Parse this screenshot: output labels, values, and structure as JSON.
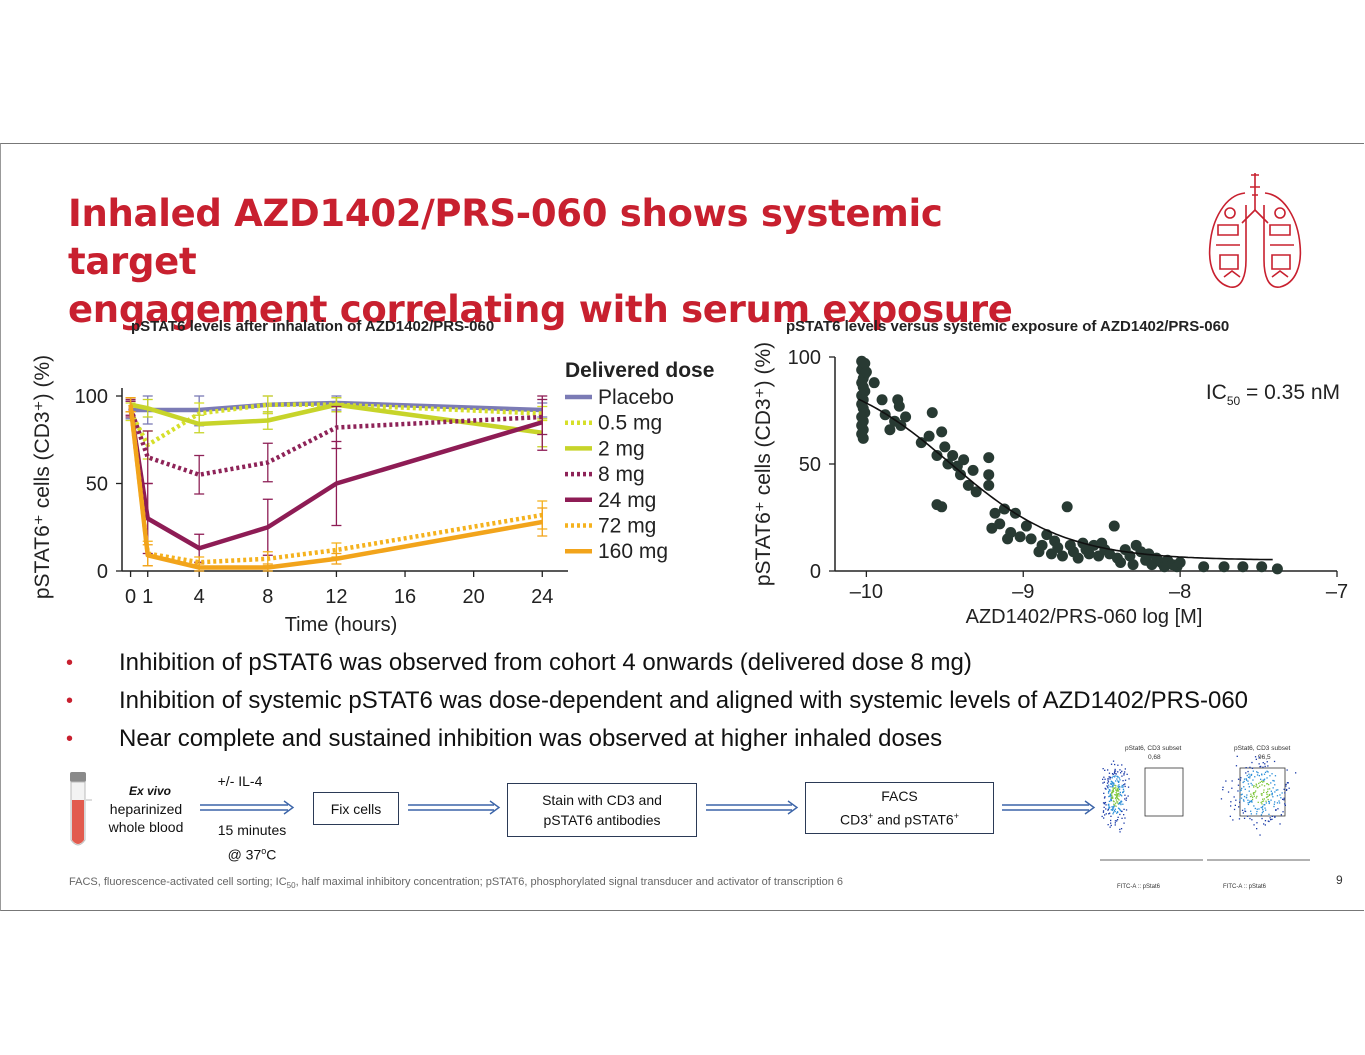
{
  "title": {
    "line1": "Inhaled AZD1402/PRS-060 shows systemic target",
    "line2": "engagement correlating with serum exposure"
  },
  "colors": {
    "title": "#c8202f",
    "placebo": "#7b7bb5",
    "dose_0_5": "#d6df2a",
    "dose_2": "#c7d42a",
    "dose_8": "#8e2358",
    "dose_24": "#8e1c55",
    "dose_72": "#f5b21e",
    "dose_160": "#f2a41b",
    "scatter": "#283a33",
    "arrow": "#3b64a8"
  },
  "icons": {
    "lung": "lung-illustration-icon",
    "tube": "blood-tube-icon"
  },
  "chart_data": [
    {
      "type": "line",
      "title": "pSTAT6 levels after inhalation of AZD1402/PRS-060",
      "xlabel": "Time (hours)",
      "ylabel": "pSTAT6⁺ cells (CD3⁺) (%)",
      "xlim": [
        -0.5,
        25.5
      ],
      "ylim": [
        0,
        100
      ],
      "x_ticks": [
        0,
        1,
        4,
        8,
        12,
        16,
        20,
        24
      ],
      "x_tick_labels": [
        "0",
        "1",
        "4",
        "8",
        "12",
        "16",
        "20",
        "24"
      ],
      "y_ticks": [
        0,
        50,
        100
      ],
      "y_tick_labels": [
        "0",
        "50",
        "100"
      ],
      "legend_title": "Delivered dose",
      "legend_position": "right",
      "series": [
        {
          "name": "Placebo",
          "x": [
            0,
            1,
            4,
            8,
            12,
            24
          ],
          "values": [
            92,
            92,
            92,
            95,
            96,
            92
          ],
          "err": [
            5,
            8,
            9,
            5,
            4,
            4
          ],
          "style": "solid",
          "colorKey": "placebo"
        },
        {
          "name": "0.5 mg",
          "x": [
            0,
            1,
            4,
            8,
            12,
            24
          ],
          "values": [
            91,
            72,
            90,
            95,
            95,
            90
          ],
          "err": [
            5,
            8,
            6,
            5,
            4,
            4
          ],
          "style": "dotted",
          "colorKey": "dose_0_5"
        },
        {
          "name": "2 mg",
          "x": [
            0,
            1,
            4,
            8,
            12,
            24
          ],
          "values": [
            95,
            93,
            84,
            86,
            95,
            79
          ],
          "err": [
            4,
            5,
            5,
            5,
            4,
            8
          ],
          "style": "solid",
          "colorKey": "dose_2"
        },
        {
          "name": "8 mg",
          "x": [
            0,
            1,
            4,
            8,
            12,
            24
          ],
          "values": [
            93,
            65,
            55,
            62,
            82,
            88
          ],
          "err": [
            5,
            15,
            11,
            11,
            12,
            10
          ],
          "style": "dotted",
          "colorKey": "dose_8"
        },
        {
          "name": "24 mg",
          "x": [
            0,
            1,
            4,
            8,
            12,
            24
          ],
          "values": [
            93,
            30,
            13,
            25,
            50,
            85
          ],
          "err": [
            4,
            20,
            8,
            16,
            24,
            16
          ],
          "style": "solid",
          "colorKey": "dose_24"
        },
        {
          "name": "72 mg",
          "x": [
            0,
            1,
            4,
            8,
            12,
            24
          ],
          "values": [
            95,
            10,
            5,
            7,
            12,
            32
          ],
          "err": [
            4,
            7,
            3,
            4,
            4,
            8
          ],
          "style": "dotted",
          "colorKey": "dose_72"
        },
        {
          "name": "160 mg",
          "x": [
            0,
            1,
            4,
            8,
            12,
            24
          ],
          "values": [
            95,
            9,
            2,
            2,
            7,
            28
          ],
          "err": [
            4,
            6,
            2,
            2,
            3,
            8
          ],
          "style": "solid",
          "colorKey": "dose_160"
        }
      ]
    },
    {
      "type": "scatter",
      "title": "pSTAT6 levels versus systemic exposure of AZD1402/PRS-060",
      "xlabel": "AZD1402/PRS-060 log [M]",
      "ylabel": "pSTAT6⁺ cells (CD3⁺) (%)",
      "xlim": [
        -10.2,
        -7
      ],
      "ylim": [
        0,
        100
      ],
      "x_ticks": [
        -10,
        -9,
        -8,
        -7
      ],
      "x_tick_labels": [
        "–10",
        "–9",
        "–8",
        "–7"
      ],
      "y_ticks": [
        0,
        50,
        100
      ],
      "y_tick_labels": [
        "0",
        "50",
        "100"
      ],
      "annotation": {
        "prefix": "IC",
        "sub": "50",
        "suffix": " = 0.35 nM"
      },
      "fit": {
        "top": 95,
        "bottom": 5,
        "log_ic50": -9.46,
        "hill": 1.2
      },
      "points": [
        [
          -10.03,
          98
        ],
        [
          -10.02,
          96
        ],
        [
          -10.03,
          94
        ],
        [
          -10.01,
          92
        ],
        [
          -10.02,
          90
        ],
        [
          -10.03,
          88
        ],
        [
          -10.02,
          86
        ],
        [
          -10.01,
          84
        ],
        [
          -10.03,
          82
        ],
        [
          -10.02,
          80
        ],
        [
          -10.03,
          78
        ],
        [
          -10.02,
          76
        ],
        [
          -10.01,
          74
        ],
        [
          -10.03,
          72
        ],
        [
          -10.02,
          70
        ],
        [
          -10.03,
          68
        ],
        [
          -10.02,
          66
        ],
        [
          -10.03,
          64
        ],
        [
          -10.01,
          97
        ],
        [
          -10.0,
          93
        ],
        [
          -10.02,
          62
        ],
        [
          -9.95,
          88
        ],
        [
          -9.9,
          80
        ],
        [
          -9.88,
          73
        ],
        [
          -9.85,
          66
        ],
        [
          -9.82,
          70
        ],
        [
          -9.79,
          77
        ],
        [
          -9.78,
          68
        ],
        [
          -9.8,
          80
        ],
        [
          -9.75,
          72
        ],
        [
          -9.65,
          60
        ],
        [
          -9.6,
          63
        ],
        [
          -9.58,
          74
        ],
        [
          -9.55,
          54
        ],
        [
          -9.52,
          65
        ],
        [
          -9.5,
          58
        ],
        [
          -9.48,
          50
        ],
        [
          -9.45,
          54
        ],
        [
          -9.42,
          49
        ],
        [
          -9.4,
          45
        ],
        [
          -9.38,
          52
        ],
        [
          -9.35,
          40
        ],
        [
          -9.32,
          47
        ],
        [
          -9.3,
          37
        ],
        [
          -9.22,
          53
        ],
        [
          -9.22,
          45
        ],
        [
          -9.22,
          40
        ],
        [
          -9.55,
          31
        ],
        [
          -9.52,
          30
        ],
        [
          -9.2,
          20
        ],
        [
          -9.18,
          27
        ],
        [
          -9.15,
          22
        ],
        [
          -9.12,
          29
        ],
        [
          -9.1,
          15
        ],
        [
          -9.08,
          18
        ],
        [
          -9.05,
          27
        ],
        [
          -9.02,
          16
        ],
        [
          -8.98,
          21
        ],
        [
          -8.95,
          15
        ],
        [
          -8.9,
          9
        ],
        [
          -8.88,
          12
        ],
        [
          -8.85,
          17
        ],
        [
          -8.82,
          8
        ],
        [
          -8.8,
          14
        ],
        [
          -8.78,
          11
        ],
        [
          -8.75,
          7
        ],
        [
          -8.72,
          30
        ],
        [
          -8.7,
          12
        ],
        [
          -8.68,
          9
        ],
        [
          -8.65,
          6
        ],
        [
          -8.62,
          13
        ],
        [
          -8.6,
          10
        ],
        [
          -8.58,
          8
        ],
        [
          -8.55,
          12
        ],
        [
          -8.52,
          7
        ],
        [
          -8.5,
          13
        ],
        [
          -8.48,
          10
        ],
        [
          -8.45,
          8
        ],
        [
          -8.42,
          21
        ],
        [
          -8.4,
          6
        ],
        [
          -8.38,
          4
        ],
        [
          -8.35,
          10
        ],
        [
          -8.32,
          7
        ],
        [
          -8.3,
          3
        ],
        [
          -8.28,
          12
        ],
        [
          -8.25,
          9
        ],
        [
          -8.22,
          5
        ],
        [
          -8.2,
          8
        ],
        [
          -8.18,
          3
        ],
        [
          -8.15,
          6
        ],
        [
          -8.12,
          4
        ],
        [
          -8.1,
          2
        ],
        [
          -8.08,
          5
        ],
        [
          -8.05,
          3
        ],
        [
          -8.02,
          2
        ],
        [
          -8.0,
          4
        ],
        [
          -7.85,
          2
        ],
        [
          -7.72,
          2
        ],
        [
          -7.6,
          2
        ],
        [
          -7.48,
          2
        ],
        [
          -7.38,
          1
        ]
      ]
    }
  ],
  "bullets": [
    "Inhibition of pSTAT6 was observed from cohort 4 onwards (delivered dose 8 mg)",
    "Inhibition of systemic pSTAT6 was dose-dependent and aligned with systemic levels of AZD1402/PRS-060",
    "Near complete and sustained inhibition was observed at higher inhaled doses"
  ],
  "bullet_marker": "•",
  "workflow": {
    "ex_vivo": "Ex vivo",
    "blood_line1": "heparinized",
    "blood_line2": "whole blood",
    "il4": "+/- IL-4",
    "time": "15 minutes",
    "temp_prefix": "@ 37",
    "temp_sup": "o",
    "temp_suffix": "C",
    "fix": "Fix cells",
    "stain_line1": "Stain with CD3 and",
    "stain_line2": "pSTAT6 antibodies",
    "facs_line1": "FACS",
    "facs_line2_a": "CD3",
    "facs_line2_sup1": "+",
    "facs_line2_b": " and pSTAT6",
    "facs_line2_sup2": "+"
  },
  "facs_plots": {
    "left_title": "pStat6, CD3 subset",
    "left_value": "0,68",
    "right_title": "pStat6, CD3 subset",
    "right_value": "96,5",
    "axis_label": "FITC-A :: pStat6"
  },
  "footnote": {
    "part1": "FACS, fluorescence-activated cell sorting; IC",
    "sub": "50",
    "part2": ", half maximal inhibitory concentration; pSTAT6, phosphorylated signal transducer and activator of transcription 6"
  },
  "page_number": "9"
}
